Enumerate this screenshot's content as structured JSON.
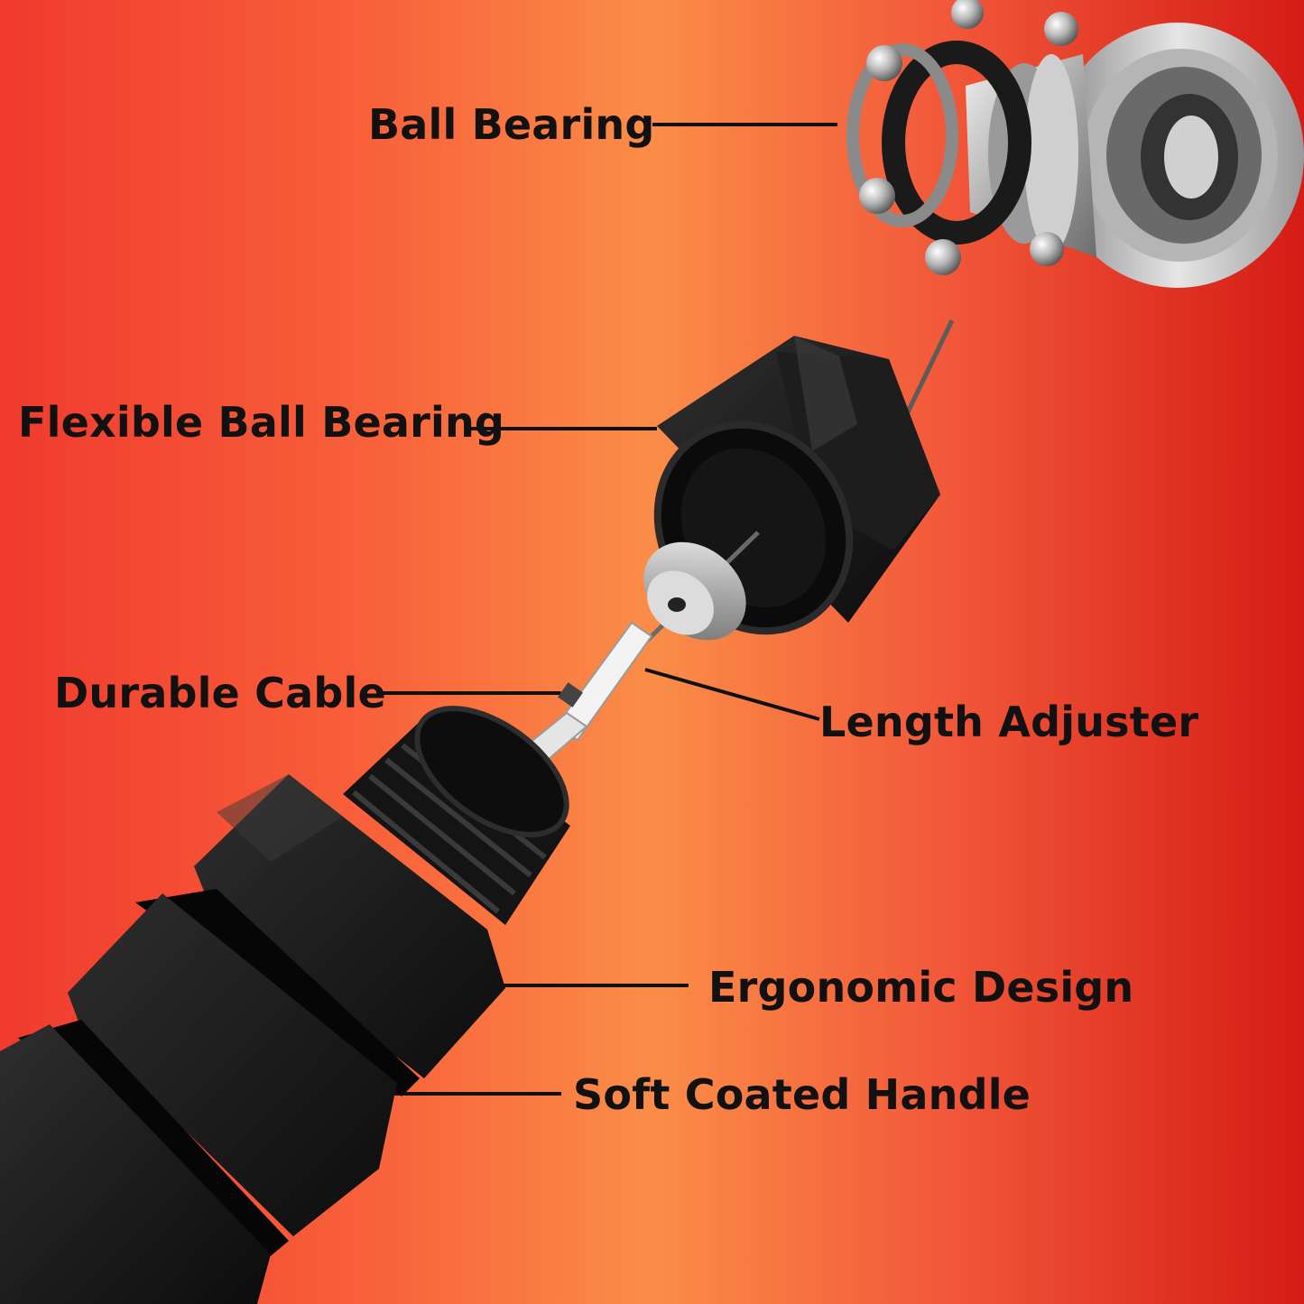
{
  "colors": {
    "background_left": "#f03a2e",
    "background_center": "#fb8d48",
    "background_right": "#d51c16",
    "label_text": "#111111",
    "leader_line": "#111111",
    "handle": "#111111",
    "metal": "#c9c9c9"
  },
  "labels": {
    "ball_bearing": "Ball Bearing",
    "flexible_ball_bearing": "Flexible Ball Bearing",
    "durable_cable": "Durable Cable",
    "length_adjuster": "Length Adjuster",
    "ergonomic_design": "Ergonomic Design",
    "soft_coated_handle": "Soft Coated Handle"
  }
}
